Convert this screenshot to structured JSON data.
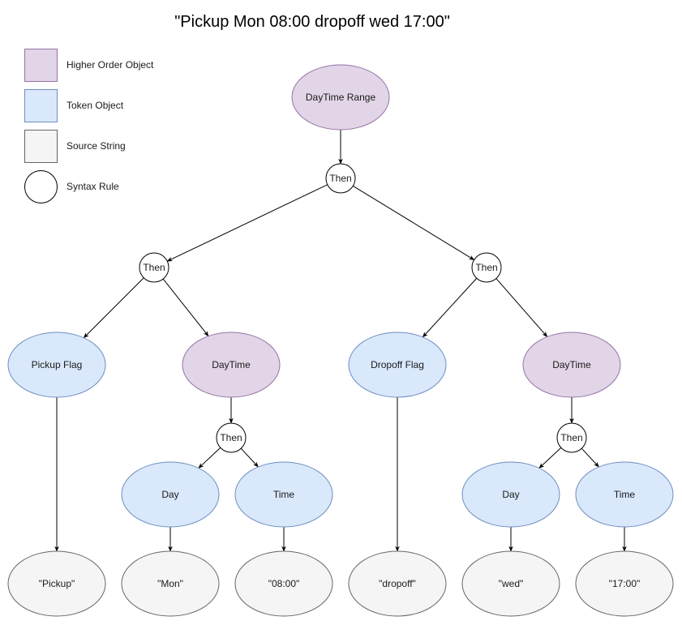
{
  "title": "\"Pickup Mon 08:00 dropoff wed 17:00\"",
  "colors": {
    "higher_order_fill": "#e1d5e7",
    "higher_order_stroke": "#9673a6",
    "token_fill": "#dae8fc",
    "token_stroke": "#6c8ebf",
    "source_fill": "#f5f5f5",
    "source_stroke": "#666666",
    "rule_fill": "#ffffff",
    "rule_stroke": "#000000"
  },
  "legend": [
    {
      "kind": "higher",
      "label": "Higher Order Object"
    },
    {
      "kind": "token",
      "label": "Token Object"
    },
    {
      "kind": "source",
      "label": "Source String"
    },
    {
      "kind": "rule",
      "label": "Syntax Rule"
    }
  ],
  "nodes": {
    "root": {
      "kind": "higher",
      "label": "DayTime Range"
    },
    "then_root": {
      "kind": "rule",
      "label": "Then"
    },
    "then_left": {
      "kind": "rule",
      "label": "Then"
    },
    "then_right": {
      "kind": "rule",
      "label": "Then"
    },
    "pickup_flag": {
      "kind": "token",
      "label": "Pickup Flag"
    },
    "daytime_left": {
      "kind": "higher",
      "label": "DayTime"
    },
    "dropoff_flag": {
      "kind": "token",
      "label": "Dropoff Flag"
    },
    "daytime_right": {
      "kind": "higher",
      "label": "DayTime"
    },
    "then_dt_left": {
      "kind": "rule",
      "label": "Then"
    },
    "then_dt_right": {
      "kind": "rule",
      "label": "Then"
    },
    "day_left": {
      "kind": "token",
      "label": "Day"
    },
    "time_left": {
      "kind": "token",
      "label": "Time"
    },
    "day_right": {
      "kind": "token",
      "label": "Day"
    },
    "time_right": {
      "kind": "token",
      "label": "Time"
    },
    "src_pickup": {
      "kind": "source",
      "label": "\"Pickup\""
    },
    "src_mon": {
      "kind": "source",
      "label": "\"Mon\""
    },
    "src_0800": {
      "kind": "source",
      "label": "\"08:00\""
    },
    "src_dropoff": {
      "kind": "source",
      "label": "\"dropoff\""
    },
    "src_wed": {
      "kind": "source",
      "label": "\"wed\""
    },
    "src_1700": {
      "kind": "source",
      "label": "\"17:00\""
    }
  },
  "edges": [
    [
      "root",
      "then_root"
    ],
    [
      "then_root",
      "then_left"
    ],
    [
      "then_root",
      "then_right"
    ],
    [
      "then_left",
      "pickup_flag"
    ],
    [
      "then_left",
      "daytime_left"
    ],
    [
      "then_right",
      "dropoff_flag"
    ],
    [
      "then_right",
      "daytime_right"
    ],
    [
      "daytime_left",
      "then_dt_left"
    ],
    [
      "daytime_right",
      "then_dt_right"
    ],
    [
      "then_dt_left",
      "day_left"
    ],
    [
      "then_dt_left",
      "time_left"
    ],
    [
      "then_dt_right",
      "day_right"
    ],
    [
      "then_dt_right",
      "time_right"
    ],
    [
      "pickup_flag",
      "src_pickup"
    ],
    [
      "day_left",
      "src_mon"
    ],
    [
      "time_left",
      "src_0800"
    ],
    [
      "dropoff_flag",
      "src_dropoff"
    ],
    [
      "day_right",
      "src_wed"
    ],
    [
      "time_right",
      "src_1700"
    ]
  ]
}
